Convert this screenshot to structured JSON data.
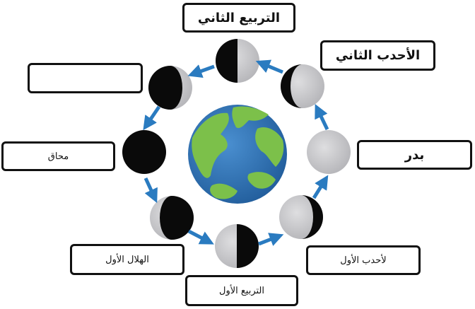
{
  "labels": {
    "third_quarter": "التربيع الثاني",
    "waning_gibbous": "الأحدب الثاني",
    "full_moon": "بدر",
    "waxing_gibbous": "لأحدب الأول",
    "first_quarter": "التربيع الأول",
    "waxing_crescent": "الهلال الأول",
    "new_moon": "محاق",
    "waning_crescent": ""
  },
  "colors": {
    "moon_dark": "#0a0a0a",
    "moon_light": "#c9c9cc",
    "arrow": "#2a7bc0",
    "earth_ocean": "#2f73b8",
    "earth_land": "#7cc04a",
    "box_border": "#111111"
  }
}
